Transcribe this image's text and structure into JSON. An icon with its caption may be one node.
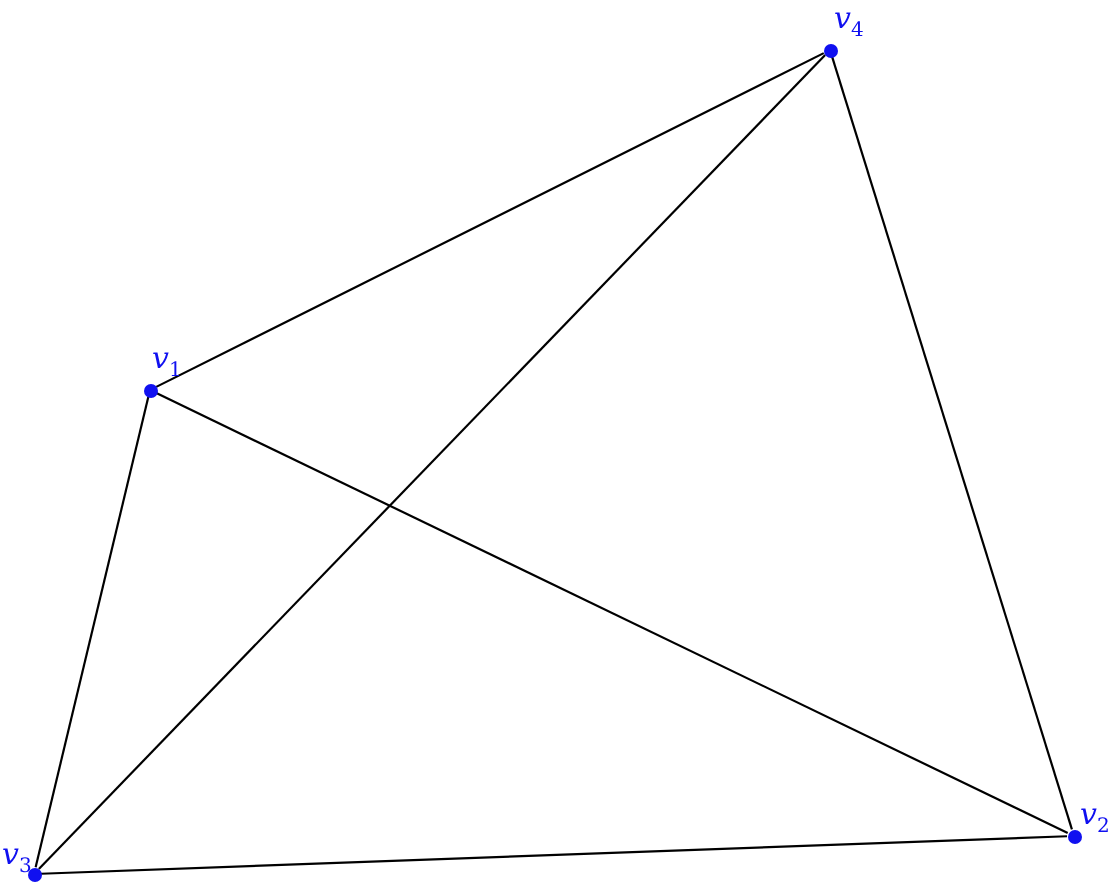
{
  "diagram": {
    "nodes": [
      {
        "text": [],
        "shape": "circle",
        "beside": [
          "v$_{4}$"
        ]
      },
      {
        "text": [],
        "shape": "circle",
        "beside": [
          "v$_{1}$"
        ]
      },
      {
        "text": [],
        "shape": "circle",
        "beside": [
          "v$_{2}$"
        ]
      },
      {
        "text": [],
        "shape": "circle",
        "beside": [
          "v$_{3}$"
        ]
      }
    ],
    "edges": [
      {
        "from": 1,
        "to": 0,
        "arrow": "none"
      },
      {
        "from": 0,
        "to": 3,
        "arrow": "none"
      },
      {
        "from": 0,
        "to": 2,
        "arrow": "none"
      },
      {
        "from": 1,
        "to": 2,
        "arrow": "none"
      },
      {
        "from": 1,
        "to": 3,
        "arrow": "none"
      },
      {
        "from": 3,
        "to": 2,
        "arrow": "none"
      }
    ]
  }
}
